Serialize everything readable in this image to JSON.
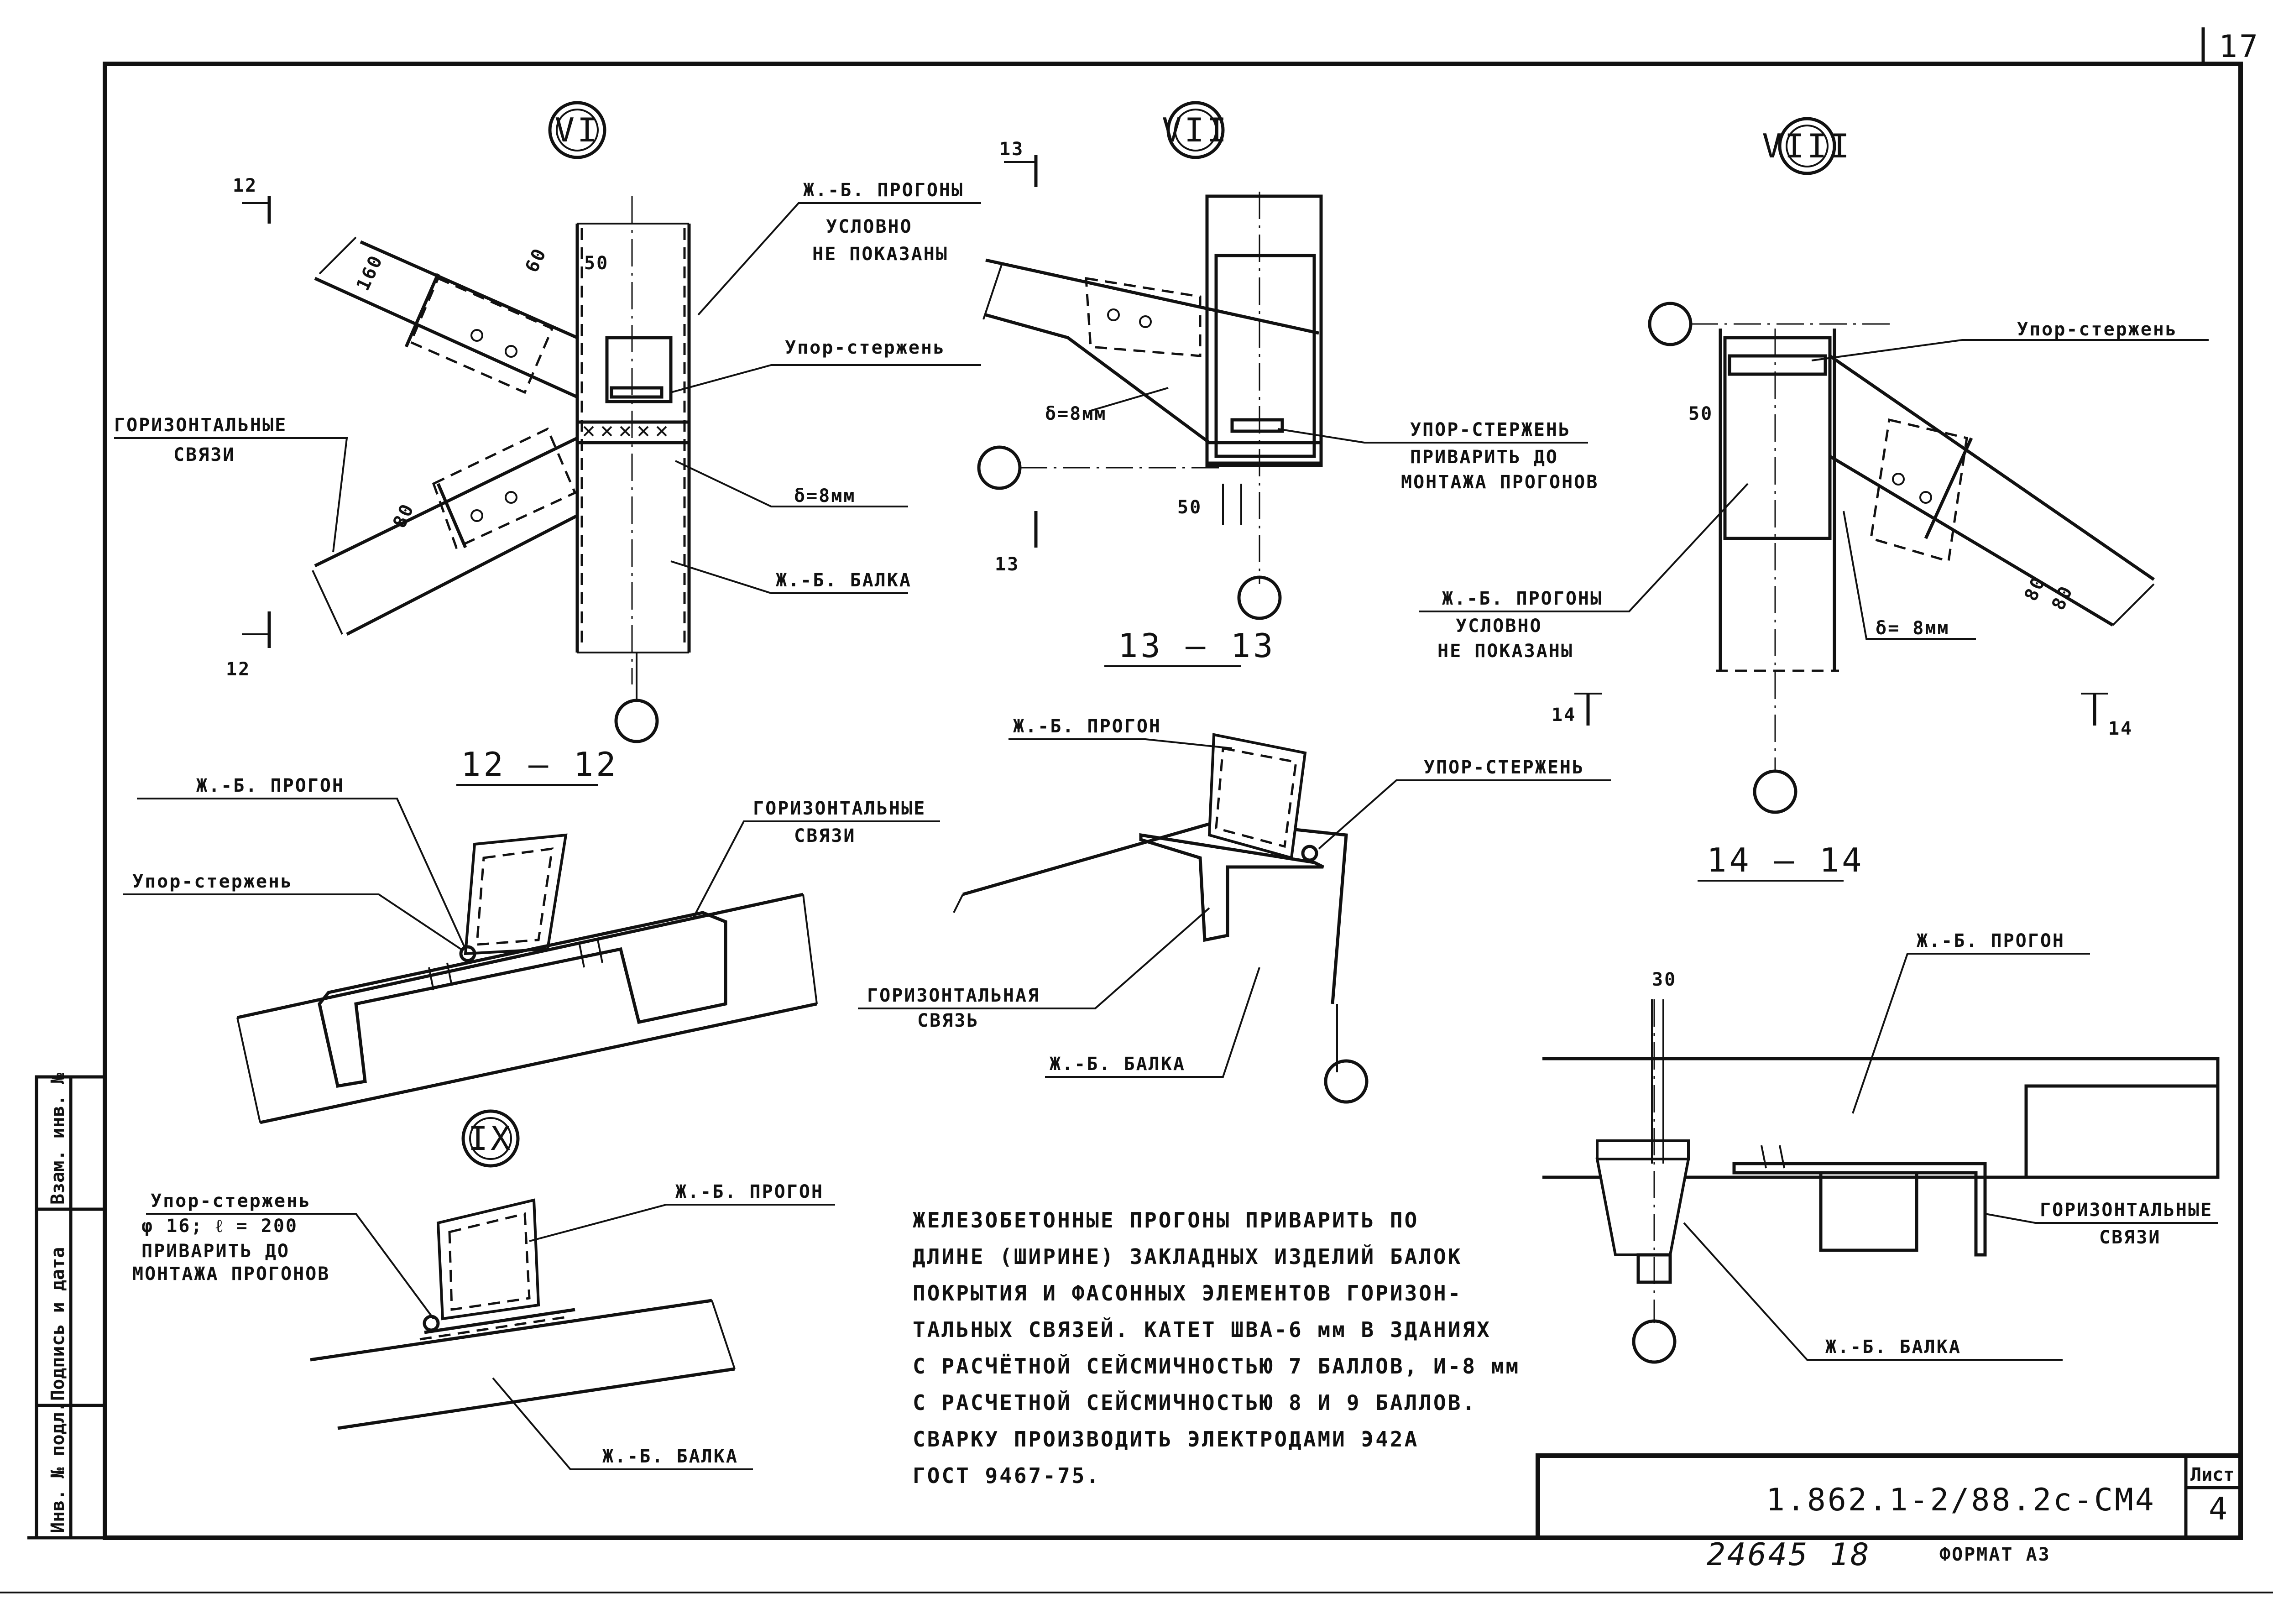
{
  "sheet": {
    "page_number": "17",
    "format": "ФОРМАТ А3",
    "inventory": "24645",
    "inventory_sub": "18"
  },
  "side_stamp": {
    "inv_podl": "Инв. № подл.",
    "signature_date": "Подпись и дата",
    "vzam_inv": "Взам. инв. №"
  },
  "title_block": {
    "code": "1.862.1-2/88.2с-СМ4",
    "sheet_label": "Лист",
    "sheet_number": "4"
  },
  "nodes": {
    "vi": "VI",
    "vii": "VII",
    "viii": "VIII",
    "ix": "IX"
  },
  "sections": {
    "s12": "12 — 12",
    "s13": "13 — 13",
    "s14": "14 — 14",
    "m12a": "12",
    "m12b": "12",
    "m13a": "13",
    "m13b": "13",
    "m14a": "14",
    "m14b": "14"
  },
  "labels": {
    "zhb_progony": "Ж.-Б. ПРОГОНЫ",
    "uslovno": "УСЛОВНО",
    "ne_pokazany": "НЕ ПОКАЗАНЫ",
    "upor_sterzhen": "Упор-стержень",
    "upor_sterzhen_caps": "УПОР-СТЕРЖЕНЬ",
    "gorizont": "ГОРИЗОНТАЛЬНЫЕ",
    "svyazi": "СВЯЗИ",
    "delta8": "δ=8мм",
    "delta8b": "δ= 8мм",
    "zhb_balka": "Ж.-Б. БАЛКА",
    "zhb_progon": "Ж.-Б. ПРОГОН",
    "privarit": "ПРИВАРИТЬ ДО",
    "montazha": "МОНТАЖА ПРОГОНОВ",
    "gorizontalnaya": "ГОРИЗОНТАЛЬНАЯ",
    "svyaz": "СВЯЗЬ",
    "phi": "φ 16;  ℓ = 200",
    "privarit2": "ПРИВАРИТЬ ДО",
    "montazha2": "МОНТАЖА ПРОГОНОВ"
  },
  "dims": {
    "d160": "160",
    "d60": "60",
    "d50": "50",
    "d80": "80",
    "d80b": "80",
    "d80c": "80",
    "d30": "30",
    "d50b": "50",
    "d50c": "50"
  },
  "note": [
    "ЖЕЛЕЗОБЕТОННЫЕ ПРОГОНЫ ПРИВАРИТЬ ПО",
    "ДЛИНЕ (ШИРИНЕ) ЗАКЛАДНЫХ ИЗДЕЛИЙ БАЛОК",
    "ПОКРЫТИЯ И ФАСОННЫХ ЭЛЕМЕНТОВ ГОРИЗОН-",
    "ТАЛЬНЫХ СВЯЗЕЙ. КАТЕТ ШВА-6 мм В ЗДАНИЯХ",
    "С РАСЧЁТНОЙ СЕЙСМИЧНОСТЬЮ 7 БАЛЛОВ, И-8 мм",
    "С РАСЧЕТНОЙ СЕЙСМИЧНОСТЬЮ 8 И 9 БАЛЛОВ.",
    "СВАРКУ ПРОИЗВОДИТЬ ЭЛЕКТРОДАМИ Э42А",
    "ГОСТ 9467-75."
  ]
}
